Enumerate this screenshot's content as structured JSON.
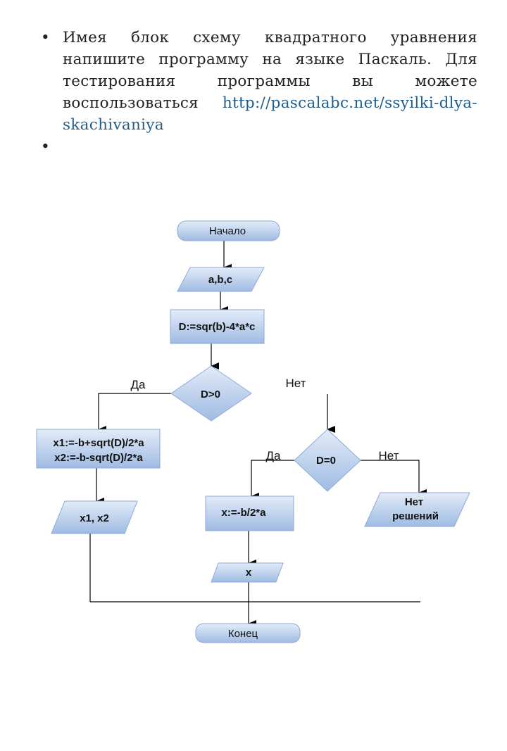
{
  "text": {
    "paragraph": "Имея блок схему квадратного уравнения напишите программу на языке Паскаль. Для тестирования программы вы може­те воспользоваться",
    "link": "http://pascalabc.net/ssyilki-dlya-skachiva­niya",
    "bullet": "•"
  },
  "flowchart": {
    "start": "Начало",
    "input": "a,b,c",
    "discriminant": "D:=sqr(b)-4*a*c",
    "cond1": "D>0",
    "yes1": "Да",
    "no1": "Нет",
    "roots_line1": "x1:=-b+sqrt(D)/2*a",
    "roots_line2": "x2:=-b-sqrt(D)/2*a",
    "output_roots": "x1, x2",
    "cond2": "D=0",
    "yes2": "Да",
    "no2": "Нет",
    "single_root": "x:=-b/2*a",
    "output_single": "x",
    "no_solution_line1": "Нет",
    "no_solution_line2": "решений",
    "end": "Конец"
  }
}
